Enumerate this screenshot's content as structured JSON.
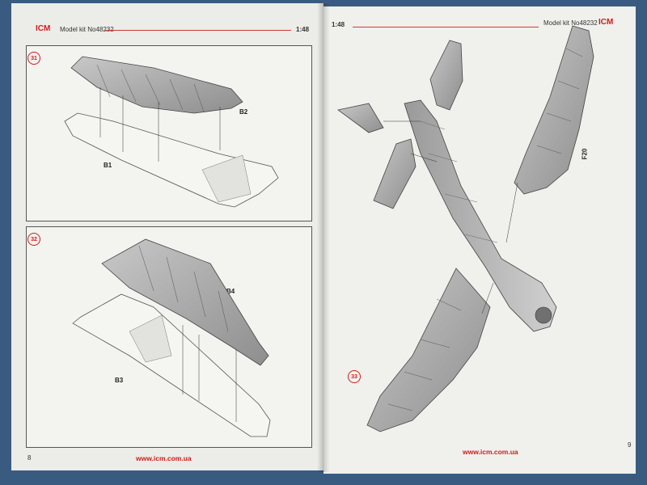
{
  "left_page": {
    "logo": "ICM",
    "header_text": "Model kit No48232",
    "scale": "1:48",
    "steps": [
      {
        "number": "31",
        "labels": [
          "B2",
          "B1"
        ]
      },
      {
        "number": "32",
        "labels": [
          "B4",
          "B3"
        ]
      }
    ],
    "footer_url": "www.icm.com.ua",
    "page_number": "8"
  },
  "right_page": {
    "scale": "1:48",
    "header_text": "Model kit No48232",
    "logo": "ICM",
    "step_number": "33",
    "part_label": "F20",
    "footer_url": "www.icm.com.ua",
    "page_number": "9"
  },
  "colors": {
    "accent_red": "#d01c1c",
    "background_cloth": "#3a5b80",
    "paper": "#eeeeea"
  }
}
